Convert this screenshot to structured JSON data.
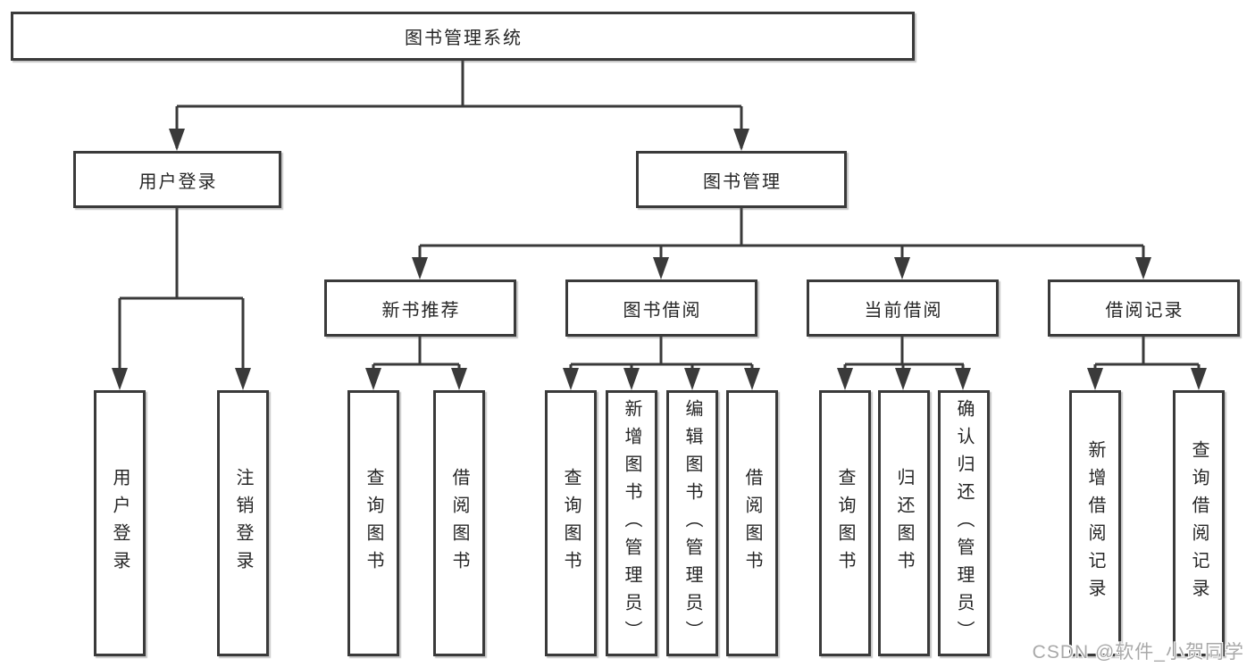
{
  "colors": {
    "line": "#3a3a3a",
    "text": "#262626",
    "box_fill": "#ffffff",
    "watermark": "#a9a9a9"
  },
  "diagram": {
    "root": {
      "label": "图书管理系统"
    },
    "branches": [
      {
        "label": "用户登录",
        "children": [
          {
            "label": "用户登录"
          },
          {
            "label": "注销登录"
          }
        ]
      },
      {
        "label": "图书管理",
        "children": [
          {
            "label": "新书推荐",
            "children": [
              {
                "label": "查询图书"
              },
              {
                "label": "借阅图书"
              }
            ]
          },
          {
            "label": "图书借阅",
            "children": [
              {
                "label": "查询图书"
              },
              {
                "label": "新增图书（管理员）"
              },
              {
                "label": "编辑图书（管理员）"
              },
              {
                "label": "借阅图书"
              }
            ]
          },
          {
            "label": "当前借阅",
            "children": [
              {
                "label": "查询图书"
              },
              {
                "label": "归还图书"
              },
              {
                "label": "确认归还（管理员）"
              }
            ]
          },
          {
            "label": "借阅记录",
            "children": [
              {
                "label": "新增借阅记录"
              },
              {
                "label": "查询借阅记录"
              }
            ]
          }
        ]
      }
    ]
  },
  "watermark": {
    "text": "CSDN @软件_小贺同学"
  }
}
